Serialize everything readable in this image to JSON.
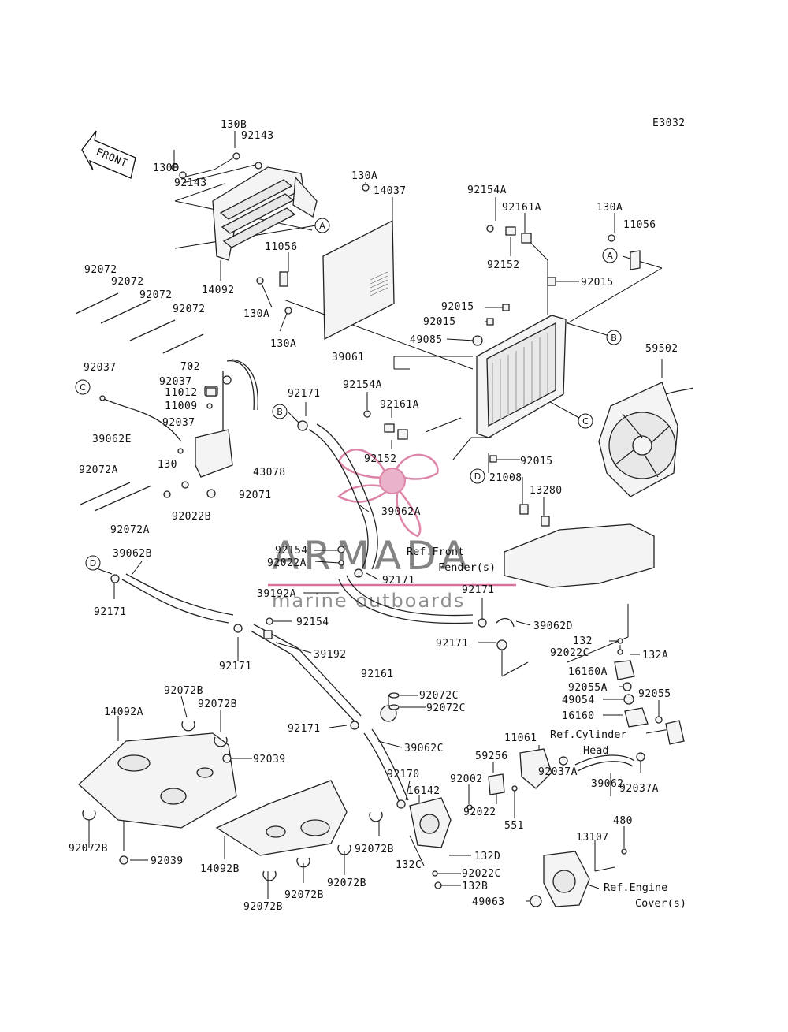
{
  "diagram_code": "E3032",
  "front_arrow_label": "FRONT",
  "watermark": {
    "brand": "ARMADA",
    "tagline": "marine outboards"
  },
  "callouts": {
    "a": "A",
    "b": "B",
    "c": "C",
    "d": "D"
  },
  "references": {
    "front_fender": [
      "Ref.Front",
      "Fender(s)"
    ],
    "cylinder_head": [
      "Ref.Cylinder",
      "Head"
    ],
    "engine_cover": [
      "Ref.Engine",
      "Cover(s)"
    ]
  },
  "parts": {
    "p130b_top": "130B",
    "p92143_top": "92143",
    "p130b_left": "130B",
    "p92143_left": "92143",
    "p130a_1": "130A",
    "p14037": "14037",
    "p11056_1": "11056",
    "p130a_2": "130A",
    "p130a_3": "130A",
    "p14092": "14092",
    "p92154a_1": "92154A",
    "p92161a_1": "92161A",
    "p92152_1": "92152",
    "p130a_4": "130A",
    "p11056_2": "11056",
    "p92015_1": "92015",
    "p92015_2": "92015",
    "p92015_3": "92015",
    "p49085": "49085",
    "p39061": "39061",
    "p59502": "59502",
    "p92072_1": "92072",
    "p92072_2": "92072",
    "p92072_3": "92072",
    "p92072_4": "92072",
    "p92037_1": "92037",
    "p702": "702",
    "p92037_2": "92037",
    "p11012": "11012",
    "p11009": "11009",
    "p39062e": "39062E",
    "p92037_3": "92037",
    "p130": "130",
    "p43078": "43078",
    "p92072a_1": "92072A",
    "p92072a_2": "92072A",
    "p92022b": "92022B",
    "p92071": "92071",
    "p92171_1": "92171",
    "p92154a_2": "92154A",
    "p92161a_2": "92161A",
    "p92152_2": "92152",
    "p92015_4": "92015",
    "p21008": "21008",
    "p13280": "13280",
    "p39062a": "39062A",
    "p92154_1": "92154",
    "p92022a": "92022A",
    "p92171_2": "92171",
    "p39192a": "39192A",
    "p39062b": "39062B",
    "p92171_3": "92171",
    "p92154_2": "92154",
    "p39192": "39192",
    "p92171_4": "92171",
    "p92171_5": "92171",
    "p39062d": "39062D",
    "p92171_6": "92171",
    "p132": "132",
    "p92022c_1": "92022C",
    "p132a": "132A",
    "p16160a": "16160A",
    "p92055a": "92055A",
    "p49054": "49054",
    "p92055": "92055",
    "p16160": "16160",
    "p92161": "92161",
    "p92072c_1": "92072C",
    "p92072c_2": "92072C",
    "p92171_7": "92171",
    "p39062c": "39062C",
    "p14092a": "14092A",
    "p92072b_1": "92072B",
    "p92072b_2": "92072B",
    "p92039_1": "92039",
    "p11061": "11061",
    "p59256": "59256",
    "p92002": "92002",
    "p92170": "92170",
    "p16142": "16142",
    "p92037a_1": "92037A",
    "p39062": "39062",
    "p92037a_2": "92037A",
    "p92022": "92022",
    "p551": "551",
    "p92072b_3": "92072B",
    "p132c": "132C",
    "p132d": "132D",
    "p92022c_2": "92022C",
    "p132b": "132B",
    "p92072b_4": "92072B",
    "p92039_2": "92039",
    "p14092b": "14092B",
    "p92072b_5": "92072B",
    "p92072b_6": "92072B",
    "p92072b_7": "92072B",
    "p13107": "13107",
    "p480": "480",
    "p49063": "49063"
  }
}
